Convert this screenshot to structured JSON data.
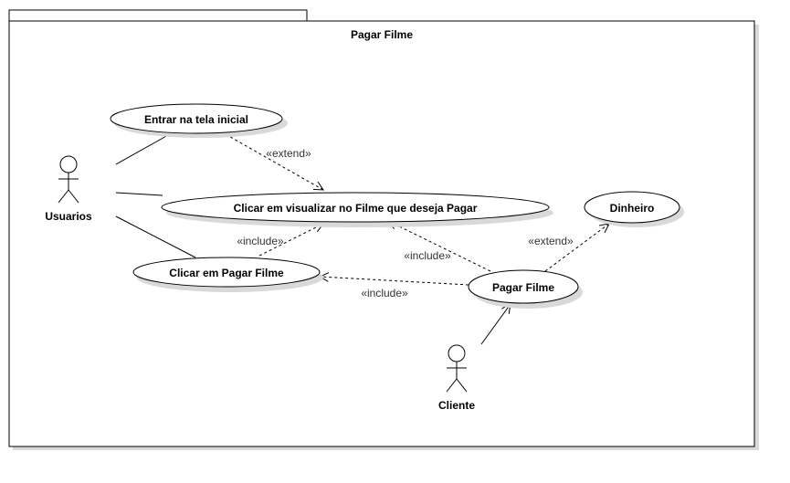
{
  "system": {
    "title": "Pagar Filme"
  },
  "actors": {
    "usuarios": "Usuarios",
    "cliente": "Cliente"
  },
  "use_cases": {
    "entrar": "Entrar na tela inicial",
    "visualizar": "Clicar em visualizar no Filme que deseja Pagar",
    "clicar_pagar": "Clicar em Pagar Filme",
    "pagar": "Pagar Filme",
    "dinheiro": "Dinheiro"
  },
  "relations": {
    "extend_entrar": "«extend»",
    "include_clicar": "«include»",
    "include_pagar_visualizar": "«include»",
    "include_pagar_clicar": "«include»",
    "extend_dinheiro": "«extend»"
  },
  "colors": {
    "line": "#000000",
    "fill": "#ffffff",
    "shadow": "#d0d0d0"
  }
}
